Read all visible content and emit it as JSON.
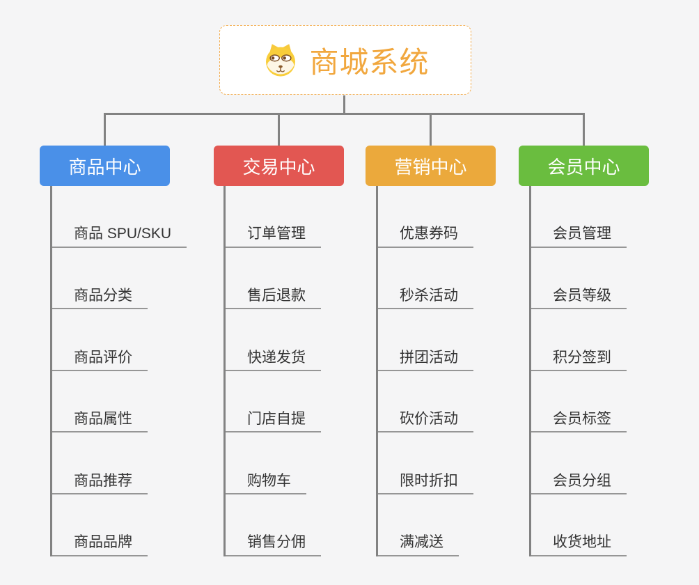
{
  "root": {
    "title": "商城系统",
    "icon": "dog-face-icon"
  },
  "branches": [
    {
      "label": "商品中心",
      "color": "#4a90e8",
      "children": [
        "商品 SPU/SKU",
        "商品分类",
        "商品评价",
        "商品属性",
        "商品推荐",
        "商品品牌"
      ]
    },
    {
      "label": "交易中心",
      "color": "#e25752",
      "children": [
        "订单管理",
        "售后退款",
        "快递发货",
        "门店自提",
        "购物车",
        "销售分佣"
      ]
    },
    {
      "label": "营销中心",
      "color": "#eba93c",
      "children": [
        "优惠券码",
        "秒杀活动",
        "拼团活动",
        "砍价活动",
        "限时折扣",
        "满减送"
      ]
    },
    {
      "label": "会员中心",
      "color": "#6abd3f",
      "children": [
        "会员管理",
        "会员等级",
        "积分签到",
        "会员标签",
        "会员分组",
        "收货地址"
      ]
    }
  ],
  "colors": {
    "background": "#f5f5f6",
    "connector": "#828282",
    "underline": "#969696",
    "root_text": "#f1a73e",
    "root_border": "#f2ac4e",
    "child_text": "#333333"
  }
}
